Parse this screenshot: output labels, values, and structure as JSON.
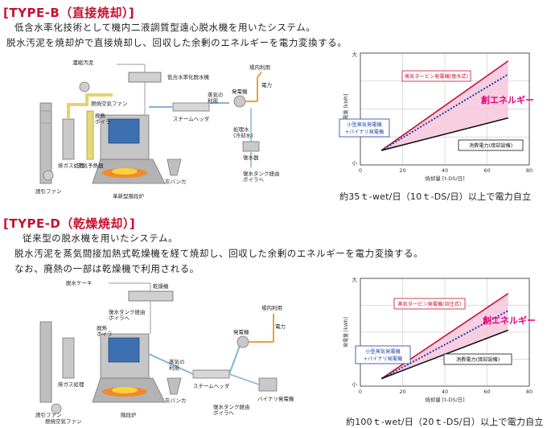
{
  "section_b": {
    "title": "[TYPE-B（直接焼却）]",
    "desc": [
      "低含水率化技術として機内二液調質型遠心脱水機を用いたシステム。",
      "脱水汚泥を焼却炉で直接焼却し、回収した余剰のエネルギーを電力変換する。"
    ],
    "diagram": {
      "labels": {
        "sludge": "濃縮汚泥",
        "dewaterer": "低含水率化脱水機",
        "plant_use": "場内利用",
        "power": "電力",
        "fan": "燃焼空気ファン",
        "waste_heat_boiler": "廃熱\nボイラ",
        "steam_header": "スチームヘッダ",
        "steam_use": "蒸気の\n利用",
        "generator": "発電機",
        "treated_water": "処理水\n(冷却水)",
        "condenser": "復水器",
        "induced_fan": "誘引ファン",
        "flue_gas": "排ガス処理",
        "air_preheater": "空気予熱器",
        "drain_return": "復水タンク経由\nボイラへ",
        "incinerator": "革新型階段炉",
        "ash_bunker": "灰バンカ"
      }
    },
    "caption": "約35ｔ-wet/日（10ｔ-DS/日）以上で電力自立"
  },
  "section_d": {
    "title": "[TYPE-D（乾燥焼却）]",
    "desc": [
      "従来型の脱水機を用いたシステム。",
      "脱水汚泥を蒸気間接加熱式乾燥機を経て焼却し、回収した余剰のエネルギーを電力変換する。",
      "なお、廃熱の一部は乾燥機で利用される。"
    ],
    "diagram": {
      "labels": {
        "cake": "脱水ケーキ",
        "dryer": "乾燥機",
        "drain_return": "復水タンク経由\nボイラへ",
        "plant_use": "場内利用",
        "power": "電力",
        "generator": "発電機",
        "flue_gas": "排ガス処理",
        "waste_heat_boiler": "廃熱\nボイラ",
        "steam_use": "蒸気の\n利用",
        "steam_header": "スチームヘッダ",
        "induced_fan": "誘引ファン",
        "binary": "バイナリ発電機",
        "fan": "燃焼空気ファン",
        "incinerator": "階段炉",
        "ash_bunker": "灰バンカ",
        "drain_return2": "復水タンク経由\nボイラへ"
      }
    },
    "caption": "約100ｔ-wet/日（20ｔ-DS/日）以上で電力自立"
  },
  "chart_data": [
    {
      "type": "line",
      "ylabel": "発電量 [kWh]",
      "xlabel": "焼却量 [t-DS/日]",
      "xlim": [
        0,
        80
      ],
      "xticks": [
        0,
        20,
        40,
        60,
        80
      ],
      "ytick_labels": {
        "top": "大",
        "bottom": "小"
      },
      "grid": true,
      "legend_placement": "none",
      "series": [
        {
          "name": "蒸気タービン発電機(復水式)",
          "color": "#c8102e",
          "style": "solid",
          "x": [
            10,
            70
          ],
          "y": [
            0.13,
            0.93
          ]
        },
        {
          "name": "小型蒸気発電機\n+バイナリ発電機",
          "color": "#1f3fa8",
          "style": "dotted",
          "x": [
            10,
            70
          ],
          "y": [
            0.13,
            0.81
          ]
        },
        {
          "name": "消費電力(焼却設備)",
          "color": "#111111",
          "style": "solid",
          "x": [
            10,
            70
          ],
          "y": [
            0.13,
            0.42
          ]
        }
      ],
      "annotation": {
        "text": "創エネルギー",
        "color": "#e5007e"
      },
      "fill_color": "#f7c6dc"
    },
    {
      "type": "line",
      "ylabel": "発電量 [kWh]",
      "xlabel": "焼却量 [t-DS/日]",
      "xlim": [
        0,
        80
      ],
      "xticks": [
        0,
        20,
        40,
        60,
        80
      ],
      "ytick_labels": {
        "top": "大",
        "bottom": "小"
      },
      "grid": true,
      "legend_placement": "none",
      "series": [
        {
          "name": "蒸気タービン発電機(背圧式)",
          "color": "#c8102e",
          "style": "solid",
          "x": [
            10,
            70
          ],
          "y": [
            0.07,
            0.86
          ]
        },
        {
          "name": "小型蒸気発電機\n+バイナリ発電機",
          "color": "#1f3fa8",
          "style": "dotted",
          "x": [
            10,
            70
          ],
          "y": [
            0.07,
            0.7
          ]
        },
        {
          "name": "消費電力(焼却設備)",
          "color": "#111111",
          "style": "solid",
          "x": [
            10,
            70
          ],
          "y": [
            0.07,
            0.52
          ]
        }
      ],
      "annotation": {
        "text": "創エネルギー",
        "color": "#e5007e"
      },
      "fill_color": "#f7c6dc"
    }
  ]
}
